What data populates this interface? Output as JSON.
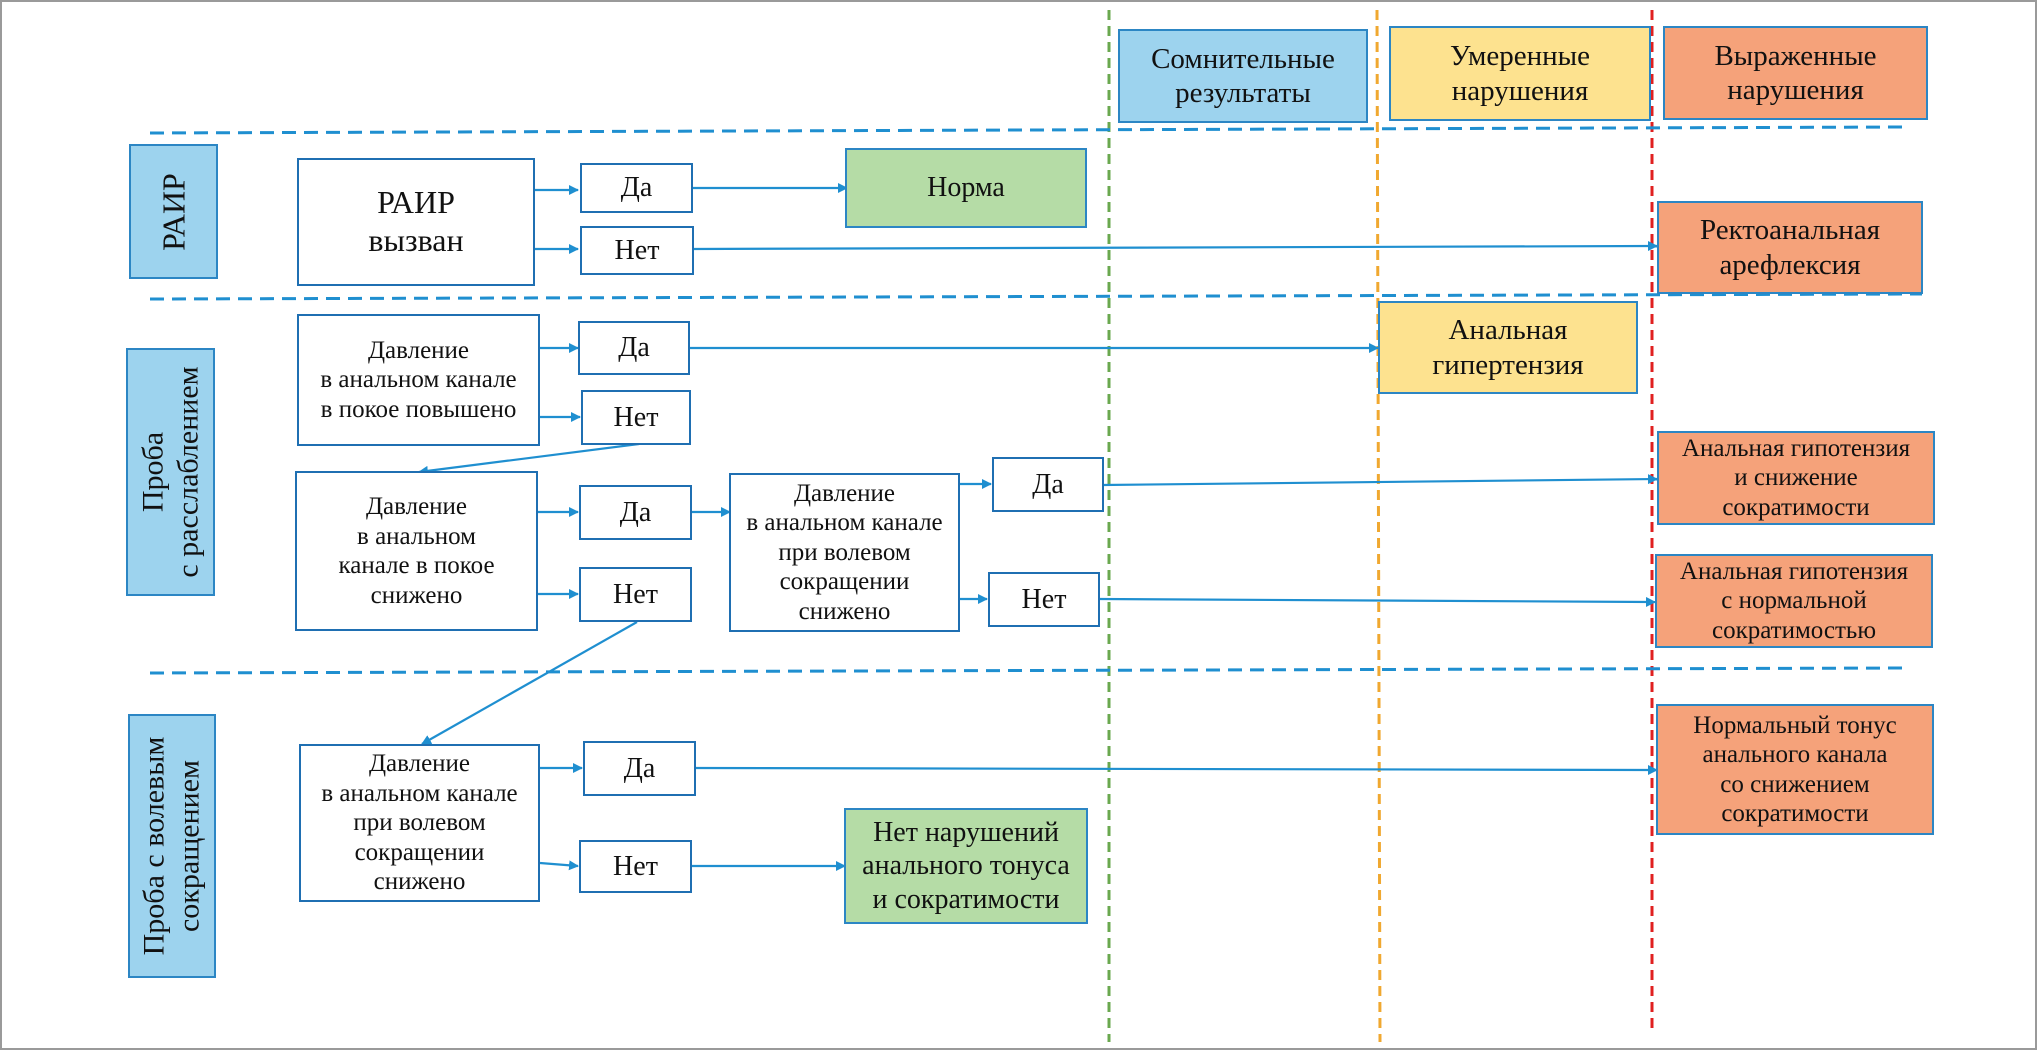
{
  "columns": {
    "doubtful": [
      "Сомнительные",
      "результаты"
    ],
    "moderate": [
      "Умеренные",
      "нарушения"
    ],
    "severe": [
      "Выраженные",
      "нарушения"
    ]
  },
  "sections": {
    "rair": [
      "РАИР"
    ],
    "relax": [
      "Проба",
      "с расслаблением"
    ],
    "squeeze": [
      "Проба с волевым",
      "сокращением"
    ]
  },
  "steps": {
    "rair_evoked": [
      "РАИР",
      "вызван"
    ],
    "rest_increased": [
      "Давление",
      "в анальном канале",
      "в покое повышено"
    ],
    "rest_decreased": [
      "Давление",
      "в анальном",
      "канале в покое",
      "снижено"
    ],
    "squeeze_decreased_mid": [
      "Давление",
      "в анальном канале",
      "при волевом",
      "сокращении",
      "снижено"
    ],
    "squeeze_decreased_bottom": [
      "Давление",
      "в анальном канале",
      "при волевом",
      "сокращении",
      "снижено"
    ]
  },
  "answers": {
    "yes": "Да",
    "no": "Нет"
  },
  "outcomes": {
    "norm": [
      "Норма"
    ],
    "rectoanal_areflexia": [
      "Ректоанальная",
      "арефлексия"
    ],
    "anal_hypertension": [
      "Анальная",
      "гипертензия"
    ],
    "hypotension_reduced": [
      "Анальная гипотензия",
      "и снижение",
      "сократимости"
    ],
    "hypotension_normal": [
      "Анальная гипотензия",
      "с нормальной",
      "сократимостью"
    ],
    "normal_tone_reduced": [
      "Нормальный тонус",
      "анального канала",
      "со снижением",
      "сократимости"
    ],
    "no_disorders": [
      "Нет нарушений",
      "анального тонуса",
      "и сократимости"
    ]
  },
  "colors": {
    "connector": "#1f8fd0",
    "section_divider": "#1f8fd0",
    "doubtful_line": "#6aa84f",
    "moderate_line": "#f0a830",
    "severe_line": "#e02020",
    "header_blue": "#9dd3ee",
    "moderate_fill": "#fde28f",
    "severe_fill": "#f5a27a",
    "normal_fill": "#b5dca6"
  }
}
